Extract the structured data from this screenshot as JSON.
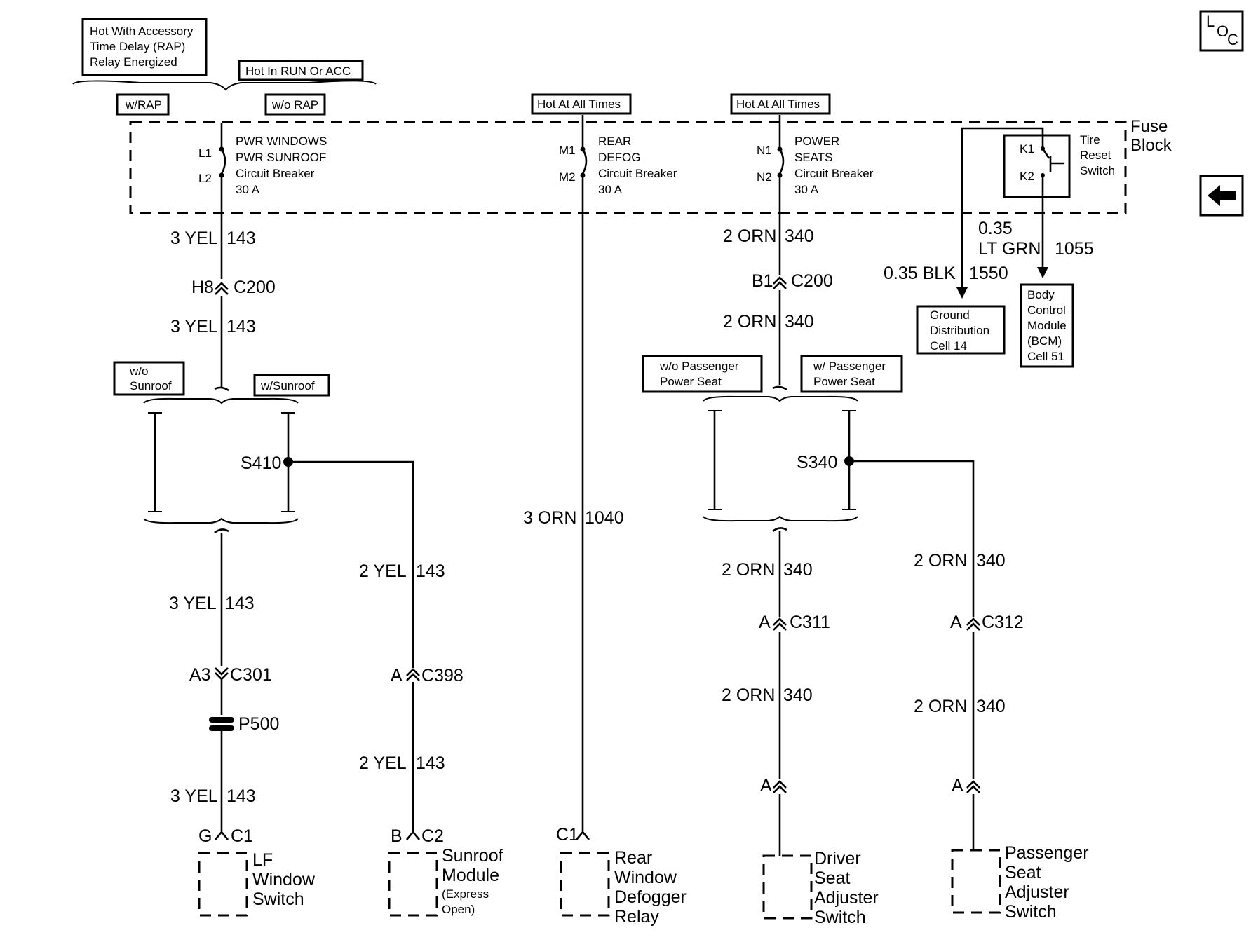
{
  "header": {
    "rap_box": [
      "Hot With Accessory",
      "Time Delay (RAP)",
      "Relay Energized"
    ],
    "hot_run_acc": "Hot In RUN Or ACC",
    "w_rap": "w/RAP",
    "wo_rap": "w/o RAP",
    "hot_all_1": "Hot At All Times",
    "hot_all_2": "Hot At All Times"
  },
  "nav": {
    "loc_l": "L",
    "loc_o": "O",
    "loc_c": "C",
    "back_icon": "arrow-left-icon"
  },
  "fuse_block": {
    "label_1": "Fuse",
    "label_2": "Block",
    "cb1": {
      "pin_top": "L1",
      "pin_bot": "L2",
      "lines": [
        "PWR WINDOWS",
        "PWR SUNROOF",
        "Circuit Breaker",
        "30 A"
      ]
    },
    "cb2": {
      "pin_top": "M1",
      "pin_bot": "M2",
      "lines": [
        "REAR",
        "DEFOG",
        "Circuit Breaker",
        "30 A"
      ]
    },
    "cb3": {
      "pin_top": "N1",
      "pin_bot": "N2",
      "lines": [
        "POWER",
        "SEATS",
        "Circuit Breaker",
        "30 A"
      ]
    },
    "tire_switch": {
      "pin_top": "K1",
      "pin_bot": "K2",
      "lines": [
        "Tire",
        "Reset",
        "Switch"
      ]
    }
  },
  "left_branch": {
    "wire1": {
      "color": "3 YEL",
      "circuit": "143"
    },
    "conn_c200": {
      "pin": "H8",
      "name": "C200"
    },
    "wire2": {
      "color": "3 YEL",
      "circuit": "143"
    },
    "wo_sunroof": [
      "w/o",
      "Sunroof"
    ],
    "w_sunroof": "w/Sunroof",
    "splice": "S410",
    "wire3": {
      "color": "3 YEL",
      "circuit": "143"
    },
    "conn_c301": {
      "pin": "A3",
      "name": "C301"
    },
    "p500": "P500",
    "wire4": {
      "color": "3 YEL",
      "circuit": "143"
    },
    "conn_end": {
      "pin": "G",
      "name": "C1"
    },
    "component": [
      "LF",
      "Window",
      "Switch"
    ]
  },
  "sunroof_branch": {
    "wire1": {
      "color": "2 YEL",
      "circuit": "143"
    },
    "conn_c398": {
      "pin": "A",
      "name": "C398"
    },
    "wire2": {
      "color": "2 YEL",
      "circuit": "143"
    },
    "conn_end": {
      "pin": "B",
      "name": "C2"
    },
    "component": [
      "Sunroof",
      "Module",
      "(Express",
      "Open)"
    ]
  },
  "defog_branch": {
    "wire": {
      "color": "3 ORN",
      "circuit": "1040"
    },
    "conn_end": "C1",
    "component": [
      "Rear",
      "Window",
      "Defogger",
      "Relay"
    ]
  },
  "seat_branch": {
    "wire1": {
      "color": "2 ORN",
      "circuit": "340"
    },
    "conn_c200": {
      "pin": "B1",
      "name": "C200"
    },
    "wire2": {
      "color": "2 ORN",
      "circuit": "340"
    },
    "wo_pass": [
      "w/o Passenger",
      "Power Seat"
    ],
    "w_pass": [
      "w/ Passenger",
      "Power Seat"
    ],
    "splice": "S340",
    "driver_wire1": {
      "color": "2 ORN",
      "circuit": "340"
    },
    "conn_c311": {
      "pin": "A",
      "name": "C311"
    },
    "driver_wire2": {
      "color": "2 ORN",
      "circuit": "340"
    },
    "driver_conn_end": "A",
    "driver_component": [
      "Driver",
      "Seat",
      "Adjuster",
      "Switch"
    ],
    "pass_wire1": {
      "color": "2 ORN",
      "circuit": "340"
    },
    "conn_c312": {
      "pin": "A",
      "name": "C312"
    },
    "pass_wire2": {
      "color": "2 ORN",
      "circuit": "340"
    },
    "pass_conn_end": "A",
    "pass_component": [
      "Passenger",
      "Seat",
      "Adjuster",
      "Switch"
    ]
  },
  "tire_branch": {
    "gnd_wire": {
      "size": "0.35 BLK",
      "circuit": "1550"
    },
    "bcm_wire": {
      "size": "0.35",
      "color": "LT GRN",
      "circuit": "1055"
    },
    "ground_box": [
      "Ground",
      "Distribution",
      "Cell 14"
    ],
    "bcm_box": [
      "Body",
      "Control",
      "Module",
      "(BCM)",
      "Cell 51"
    ]
  }
}
